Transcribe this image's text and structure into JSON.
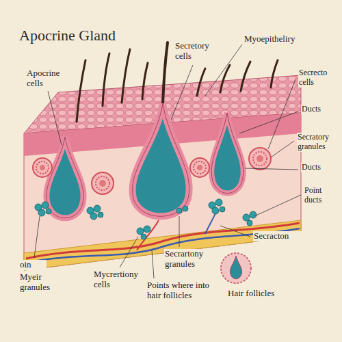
{
  "diagram": {
    "title": "Apocrine Gland",
    "labels": [
      "Apocrine cells",
      "Secretory cells",
      "Myoepitheliry",
      "Secrecto cells",
      "Ducts",
      "Secratory granules",
      "Ducts",
      "Point ducts",
      "Secracton",
      "Secrartony granules",
      "Mycrertiony cells",
      "Points where into hair follicles",
      "Hair follicles",
      "oin",
      "Myeir granules"
    ]
  }
}
